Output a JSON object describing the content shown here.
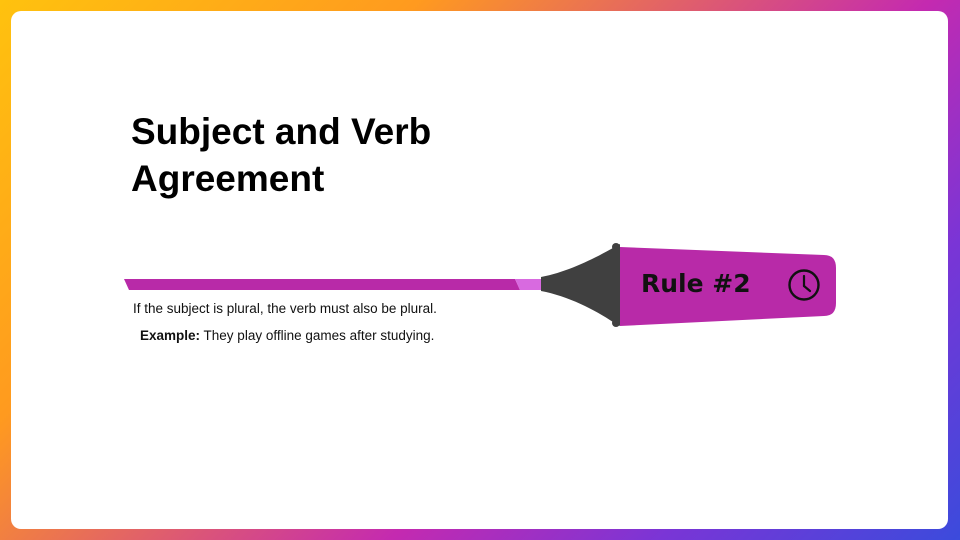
{
  "slide": {
    "title_line1": "Subject and Verb",
    "title_line2": "Agreement",
    "marker_label": "Rule #2",
    "rule_text": "If the subject is plural, the verb must also be plural.",
    "example_label": "Example:",
    "example_text": "They play offline games after studying."
  },
  "icons": {
    "clock": "clock-icon",
    "marker": "highlighter-marker"
  },
  "colors": {
    "accent": "#b82aa8",
    "marker_tip": "#404040",
    "ink_light": "#d86ae0",
    "frame_start": "#ffc20e",
    "frame_end": "#3b4bdc"
  }
}
